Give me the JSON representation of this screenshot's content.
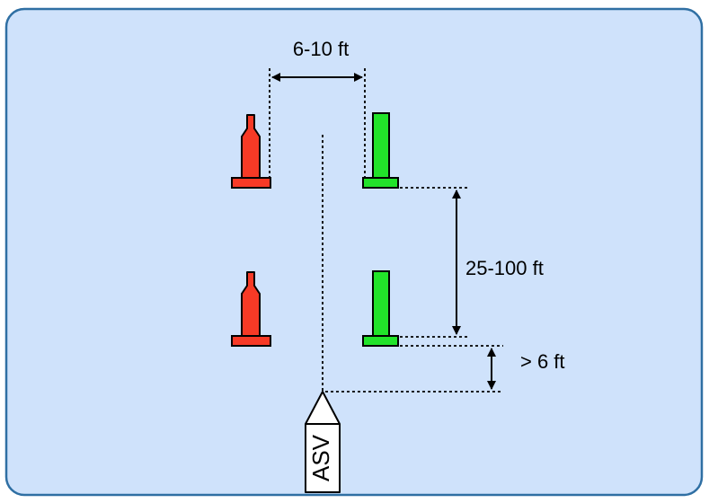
{
  "labels": {
    "gate_width": "6-10 ft",
    "buoy_spacing": "25-100 ft",
    "approach_distance": "> 6 ft",
    "vessel": "ASV"
  },
  "colors": {
    "background": "#cfe2fb",
    "border": "#2f6fa3",
    "red_buoy": "#f73a26",
    "green_buoy": "#22e32a",
    "boat": "#ffffff",
    "line": "#000000"
  },
  "icons": {
    "red_buoy": "red-nun-buoy-icon",
    "green_buoy": "green-can-buoy-icon",
    "vessel": "asv-boat-icon",
    "dimension_arrow": "double-arrow-icon"
  }
}
